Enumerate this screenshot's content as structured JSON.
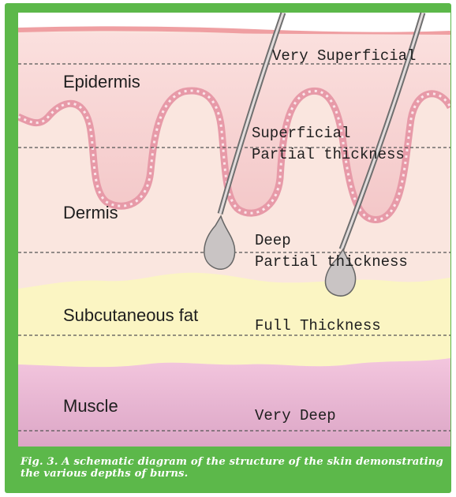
{
  "figure": {
    "layer_labels": {
      "epidermis": "Epidermis",
      "dermis": "Dermis",
      "subcutaneous_fat": "Subcutaneous fat",
      "muscle": "Muscle"
    },
    "depth_labels": {
      "very_superficial": "Very Superficial",
      "superficial_line1": "Superficial",
      "superficial_line2": "Partial thickness",
      "deep_line1": "Deep",
      "deep_line2": "Partial thickness",
      "full_thickness": "Full Thickness",
      "very_deep": "Very Deep"
    },
    "caption": "Fig. 3. A schematic diagram of the structure of the skin demonstrating the various depths of burns.",
    "colors": {
      "frame": "#5cb84a",
      "epidermis": "#f7d3d3",
      "dermis": "#fae3dc",
      "papillae": "#f0c7cd",
      "fat": "#fbf6c4",
      "muscle": "#e8b6d1",
      "hair": "#777777",
      "bulb": "#c9c4c4"
    }
  }
}
